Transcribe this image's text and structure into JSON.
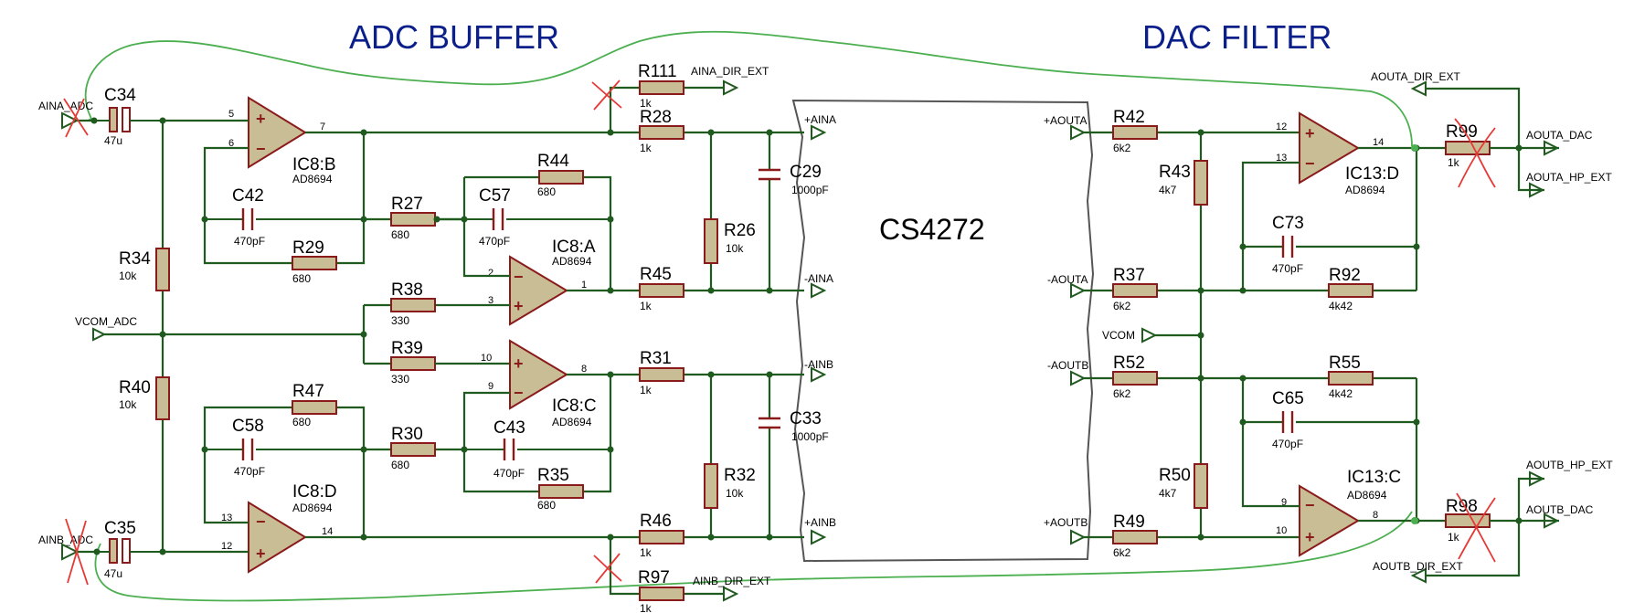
{
  "titles": {
    "adc": "ADC BUFFER",
    "dac": "DAC FILTER",
    "chip": "CS4272"
  },
  "nets": {
    "aina_adc": "AINA_ADC",
    "ainb_adc": "AINB_ADC",
    "vcom_adc": "VCOM_ADC",
    "aina_dir": "AINA_DIR_EXT",
    "ainb_dir": "AINB_DIR_EXT",
    "p_aina": "+AINA",
    "m_aina": "-AINA",
    "m_ainb": "-AINB",
    "p_ainb": "+AINB",
    "p_aouta": "+AOUTA",
    "m_aouta": "-AOUTA",
    "vcom": "VCOM",
    "m_aoutb": "-AOUTB",
    "p_aoutb": "+AOUTB",
    "aouta_dir": "AOUTA_DIR_EXT",
    "aouta_dac": "AOUTA_DAC",
    "aouta_hp": "AOUTA_HP_EXT",
    "aoutb_hp": "AOUTB_HP_EXT",
    "aoutb_dac": "AOUTB_DAC",
    "aoutb_dir": "AOUTB_DIR_EXT"
  },
  "components": {
    "c34": {
      "ref": "C34",
      "val": "47u"
    },
    "c35": {
      "ref": "C35",
      "val": "47u"
    },
    "r34": {
      "ref": "R34",
      "val": "10k"
    },
    "r40": {
      "ref": "R40",
      "val": "10k"
    },
    "c42": {
      "ref": "C42",
      "val": "470pF"
    },
    "r29": {
      "ref": "R29",
      "val": "680"
    },
    "c58": {
      "ref": "C58",
      "val": "470pF"
    },
    "r47": {
      "ref": "R47",
      "val": "680"
    },
    "ic8b": {
      "ref": "IC8:B",
      "val": "AD8694"
    },
    "ic8a": {
      "ref": "IC8:A",
      "val": "AD8694"
    },
    "ic8c": {
      "ref": "IC8:C",
      "val": "AD8694"
    },
    "ic8d": {
      "ref": "IC8:D",
      "val": "AD8694"
    },
    "r27": {
      "ref": "R27",
      "val": "680"
    },
    "r44": {
      "ref": "R44",
      "val": "680"
    },
    "c57": {
      "ref": "C57",
      "val": "470pF"
    },
    "r38": {
      "ref": "R38",
      "val": "330"
    },
    "r39": {
      "ref": "R39",
      "val": "330"
    },
    "r30": {
      "ref": "R30",
      "val": "680"
    },
    "c43": {
      "ref": "C43",
      "val": "470pF"
    },
    "r35": {
      "ref": "R35",
      "val": "680"
    },
    "r111": {
      "ref": "R111",
      "val": "1k"
    },
    "r28": {
      "ref": "R28",
      "val": "1k"
    },
    "r45": {
      "ref": "R45",
      "val": "1k"
    },
    "r31": {
      "ref": "R31",
      "val": "1k"
    },
    "r46": {
      "ref": "R46",
      "val": "1k"
    },
    "r97": {
      "ref": "R97",
      "val": "1k"
    },
    "r26": {
      "ref": "R26",
      "val": "10k"
    },
    "r32": {
      "ref": "R32",
      "val": "10k"
    },
    "c29": {
      "ref": "C29",
      "val": "1000pF"
    },
    "c33": {
      "ref": "C33",
      "val": "1000pF"
    },
    "r42": {
      "ref": "R42",
      "val": "6k2"
    },
    "r37": {
      "ref": "R37",
      "val": "6k2"
    },
    "r52": {
      "ref": "R52",
      "val": "6k2"
    },
    "r49": {
      "ref": "R49",
      "val": "6k2"
    },
    "r43": {
      "ref": "R43",
      "val": "4k7"
    },
    "r50": {
      "ref": "R50",
      "val": "4k7"
    },
    "ic13d": {
      "ref": "IC13:D",
      "val": "AD8694"
    },
    "ic13c": {
      "ref": "IC13:C",
      "val": "AD8694"
    },
    "c73": {
      "ref": "C73",
      "val": "470pF"
    },
    "r92": {
      "ref": "R92",
      "val": "4k42"
    },
    "r55": {
      "ref": "R55",
      "val": "4k42"
    },
    "c65": {
      "ref": "C65",
      "val": "470pF"
    },
    "r99": {
      "ref": "R99",
      "val": "1k"
    },
    "r98": {
      "ref": "R98",
      "val": "1k"
    }
  },
  "pins": {
    "p5": "5",
    "p6": "6",
    "p7": "7",
    "p2": "2",
    "p3": "3",
    "p1": "1",
    "p10": "10",
    "p9": "9",
    "p8": "8",
    "p13": "13",
    "p12": "12",
    "p14": "14"
  }
}
